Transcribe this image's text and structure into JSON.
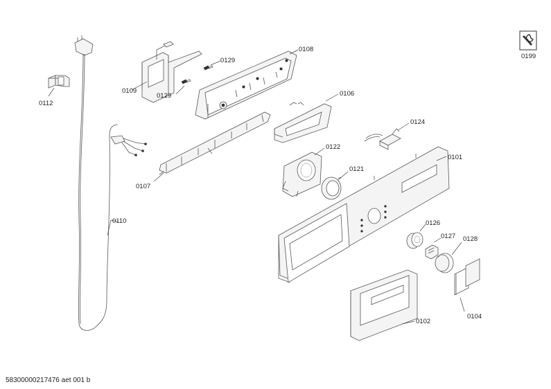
{
  "parts": [
    {
      "id": "p0199",
      "label": "0199",
      "icon": "wrench-service-icon"
    },
    {
      "id": "p0112",
      "label": "0112"
    },
    {
      "id": "p0110",
      "label": "0110"
    },
    {
      "id": "p0109",
      "label": "0109"
    },
    {
      "id": "p0129a",
      "label": "0129"
    },
    {
      "id": "p0129b",
      "label": "0129"
    },
    {
      "id": "p0108",
      "label": "0108"
    },
    {
      "id": "p0106",
      "label": "0106"
    },
    {
      "id": "p0107",
      "label": "0107"
    },
    {
      "id": "p0124",
      "label": "0124"
    },
    {
      "id": "p0122",
      "label": "0122"
    },
    {
      "id": "p0121",
      "label": "0121"
    },
    {
      "id": "p0101",
      "label": "0101"
    },
    {
      "id": "p0126",
      "label": "0126"
    },
    {
      "id": "p0127",
      "label": "0127"
    },
    {
      "id": "p0128",
      "label": "0128"
    },
    {
      "id": "p0102",
      "label": "0102"
    },
    {
      "id": "p0104",
      "label": "0104"
    }
  ],
  "footer": {
    "doc_code": "58300000217476 aet 001 b"
  }
}
